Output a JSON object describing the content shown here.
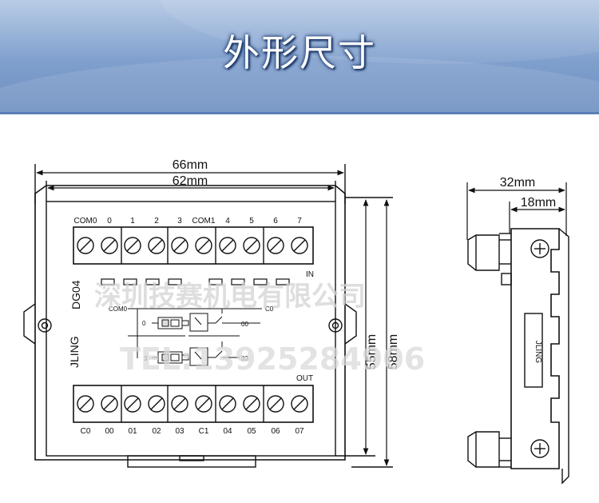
{
  "header": {
    "title": "外形尺寸"
  },
  "front_view": {
    "dims": {
      "outer_width": "66mm",
      "inner_width": "62mm",
      "inner_height": "55mm",
      "outer_height": "58mm"
    },
    "model": "DG04",
    "brand": "JLING",
    "top_labels": [
      "COM0",
      "0",
      "1",
      "2",
      "3",
      "COM1",
      "4",
      "5",
      "6",
      "7"
    ],
    "bottom_labels": [
      "C0",
      "00",
      "01",
      "02",
      "03",
      "C1",
      "04",
      "05",
      "06",
      "07"
    ],
    "in_label": "IN",
    "out_label": "OUT",
    "schematic": {
      "com": "COM0",
      "in0": "0",
      "in3": "3",
      "c0": "C0",
      "out00": "00",
      "out03": "03"
    }
  },
  "side_view": {
    "dims": {
      "depth": "32mm",
      "inner_depth": "18mm"
    },
    "brand": "JLING"
  },
  "watermark": {
    "company": "深圳技赛机电有限公司",
    "phone": "TEL:13925284906"
  }
}
